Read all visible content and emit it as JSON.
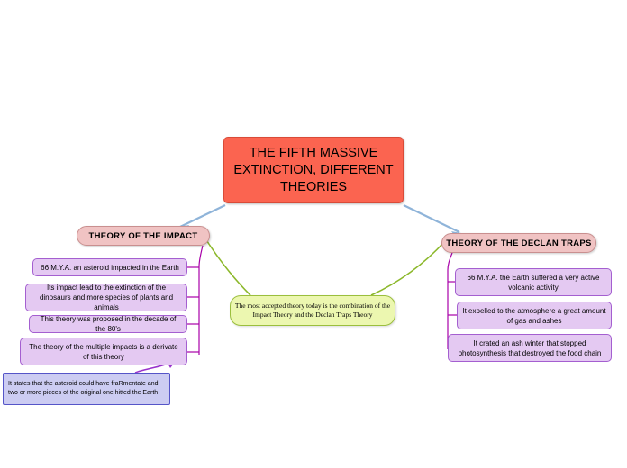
{
  "diagram": {
    "type": "mind-map",
    "root": {
      "label": "THE FIFTH MASSIVE EXTINCTION,\nDIFFERENT THEORIES",
      "color": "#fb6450"
    },
    "branches": [
      {
        "id": "impact",
        "header": "THEORY OF THE IMPACT",
        "header_color": "#f0c3c3",
        "leaf_color": "#e4c9f2",
        "leaves": [
          "66 M.Y.A. an asteroid impacted in the Earth",
          "Its impact lead to the extinction of the dinosaurs and more species of plants and animals",
          "This theory was proposed in the decade of the 80's",
          "The theory of the multiple impacts is a derivate of this theory"
        ]
      },
      {
        "id": "declan-traps",
        "header": "THEORY OF THE DECLAN TRAPS",
        "header_color": "#f0c3c3",
        "leaf_color": "#e4c9f2",
        "leaves": [
          "66 M.Y.A. the Earth suffered a very active volcanic activity",
          "It expelled to the atmosphere a great amount of gas and ashes",
          "It crated an ash winter that stopped photosynthesis that destroyed the food chain"
        ]
      }
    ],
    "note": {
      "text": "It states that the asteroid could have fraRmentate and two or more pieces of the original one hitted the Earth",
      "color": "#ccccf2"
    },
    "conclusion": {
      "text": "The most accepted theory today is the combination of the Impact Theory and the Declan Traps Theory",
      "color": "#ecf7b0"
    }
  }
}
